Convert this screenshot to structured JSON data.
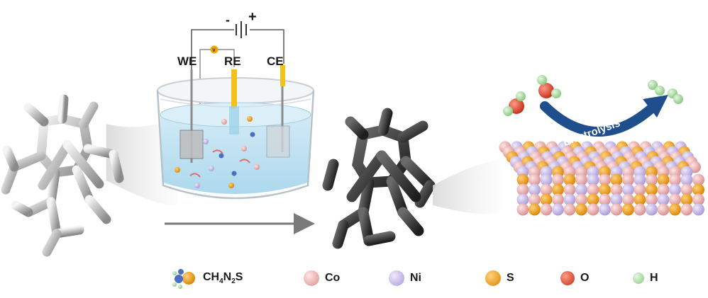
{
  "labels": {
    "we": "WE",
    "re": "RE",
    "ce": "CE",
    "v": "V",
    "minus": "-",
    "plus": "+",
    "electrolysis": "Electrolysis"
  },
  "legend": [
    {
      "id": "ch4n2s",
      "main": "CH",
      "s1": "4",
      "m2": "N",
      "s2": "2",
      "m3": "S"
    },
    {
      "id": "co",
      "label": "Co",
      "color": "#e8a6a6"
    },
    {
      "id": "ni",
      "label": "Ni",
      "color": "#c7b8e6"
    },
    {
      "id": "s",
      "label": "S",
      "color": "#f2a31b"
    },
    {
      "id": "o",
      "label": "O",
      "color": "#e0452c"
    },
    {
      "id": "h",
      "label": "H",
      "color": "#a9dba0"
    }
  ],
  "colors": {
    "co": "#e8a6a6",
    "ni": "#c7b8e6",
    "s": "#f2a31b",
    "o": "#e0452c",
    "h": "#a9dba0",
    "arrow": "#1f4e8c",
    "electrolyte": "#bfe3f2",
    "scaffold_raw": "#dcdcdc",
    "scaffold_coated": "#3a3a3a"
  }
}
